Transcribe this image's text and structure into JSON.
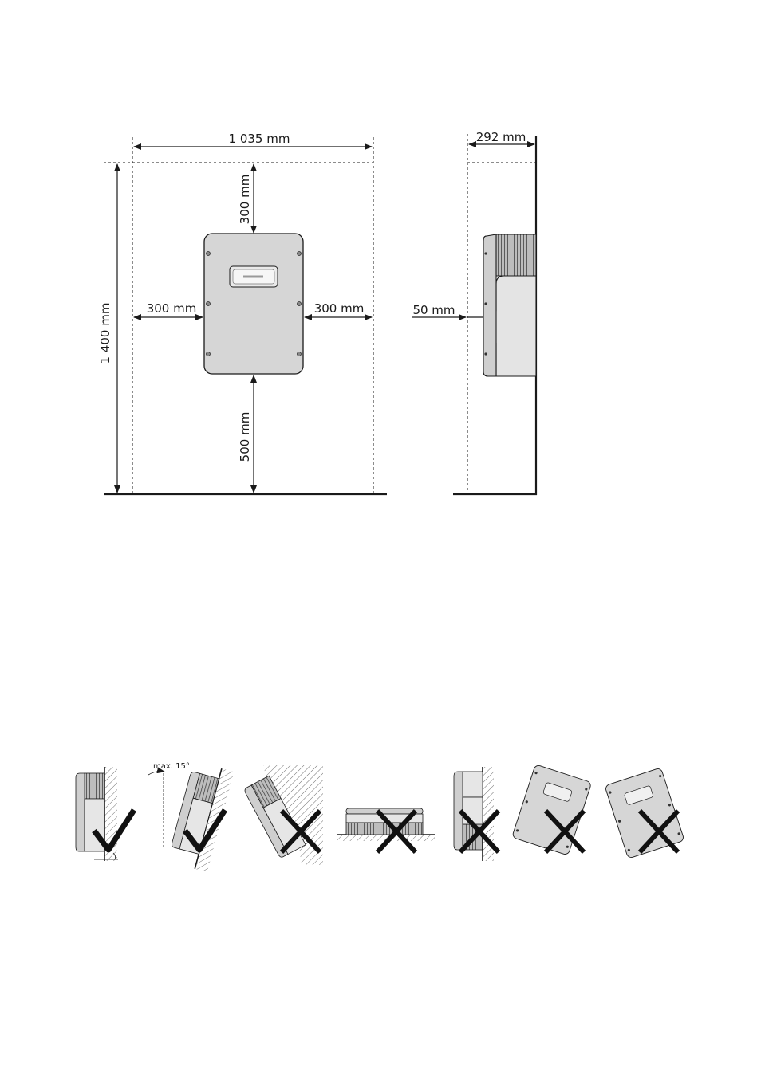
{
  "clearance_diagram": {
    "width_label": "1 035 mm",
    "height_label": "1 400 mm",
    "top_label": "300 mm",
    "bottom_label": "500 mm",
    "left_label": "300 mm",
    "right_label": "300 mm"
  },
  "side_diagram": {
    "depth_label": "292 mm",
    "wall_gap_label": "50 mm"
  },
  "mounting_positions": {
    "tilt_label": "max. 15°",
    "positions": [
      {
        "orientation": "vertical on wall",
        "allowed": true
      },
      {
        "orientation": "tilted backwards max 15°",
        "allowed": true
      },
      {
        "orientation": "tilted forwards",
        "allowed": false
      },
      {
        "orientation": "horizontal",
        "allowed": false
      },
      {
        "orientation": "vertical, connections wrong",
        "allowed": false
      },
      {
        "orientation": "rotated sideways",
        "allowed": false
      },
      {
        "orientation": "rotated sideways",
        "allowed": false
      }
    ]
  },
  "colors": {
    "device_fill": "#d6d6d6",
    "line": "#1a1a1a",
    "mark": "#111111"
  }
}
